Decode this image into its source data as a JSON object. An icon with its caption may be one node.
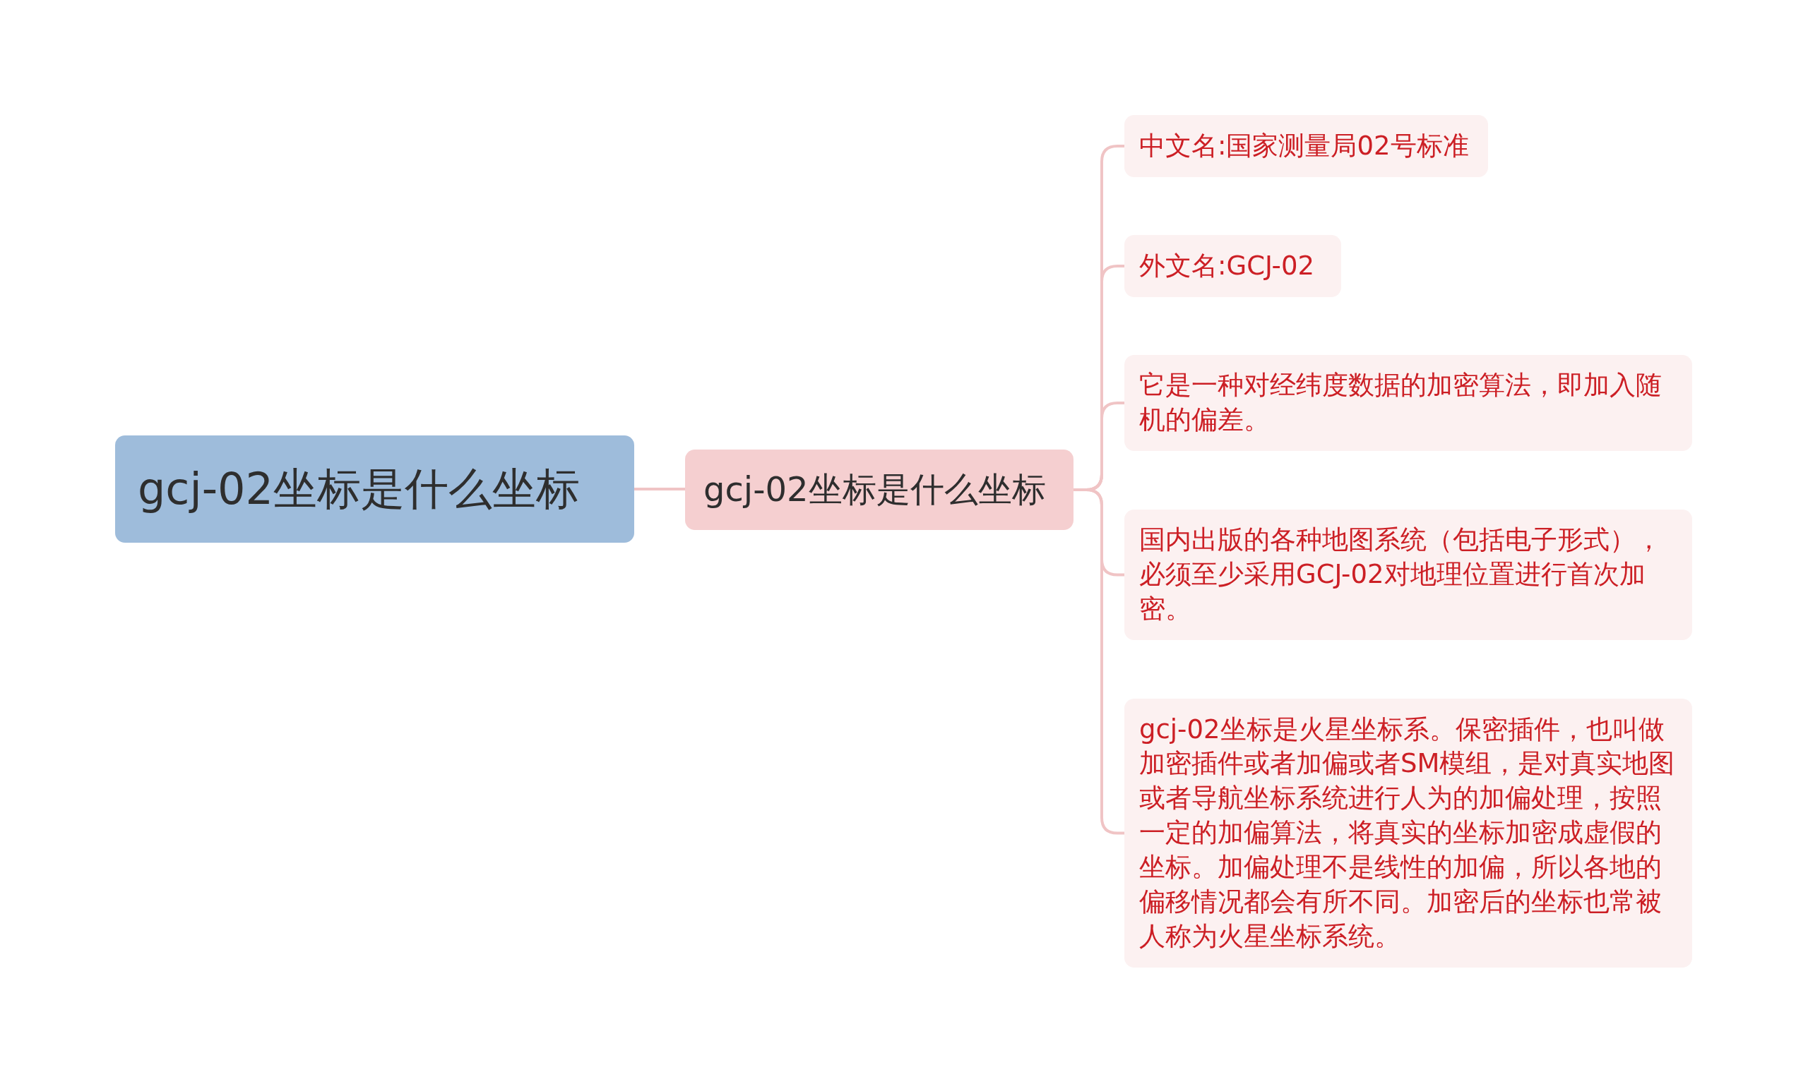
{
  "diagram": {
    "nodes": [
      {
        "text": [
          "gcj-02坐标是什么坐标"
        ]
      },
      {
        "text": [
          "gcj-02坐标是什么坐标"
        ]
      },
      {
        "text": [
          "中文名:国家测量局02号标准"
        ]
      },
      {
        "text": [
          "外文名:GCJ-02"
        ]
      },
      {
        "text": [
          "它是一种对经纬度数据的加密算法，即加入随机的偏差。"
        ]
      },
      {
        "text": [
          "国内出版的各种地图系统（包括电子形式），必须至少采用GCJ-02对地理位置进行首次加密。"
        ]
      },
      {
        "text": [
          "gcj-02坐标是火星坐标系。保密插件，也叫做加密插件或者加偏或者SM模组，是对真实地图或者导航坐标系统进行人为的加偏处理，按照一定的加偏算法，将真实的坐标加密成虚假的坐标。加偏处理不是线性的加偏，所以各地的偏移情况都会有所不同。加密后的坐标也常被人称为火星坐标系统。"
        ]
      }
    ],
    "edges": [
      {
        "from": 0,
        "to": 1,
        "arrow": "none"
      },
      {
        "from": 1,
        "to": 2,
        "arrow": "none"
      },
      {
        "from": 1,
        "to": 3,
        "arrow": "none"
      },
      {
        "from": 1,
        "to": 4,
        "arrow": "none"
      },
      {
        "from": 1,
        "to": 5,
        "arrow": "none"
      },
      {
        "from": 1,
        "to": 6,
        "arrow": "none"
      }
    ]
  }
}
